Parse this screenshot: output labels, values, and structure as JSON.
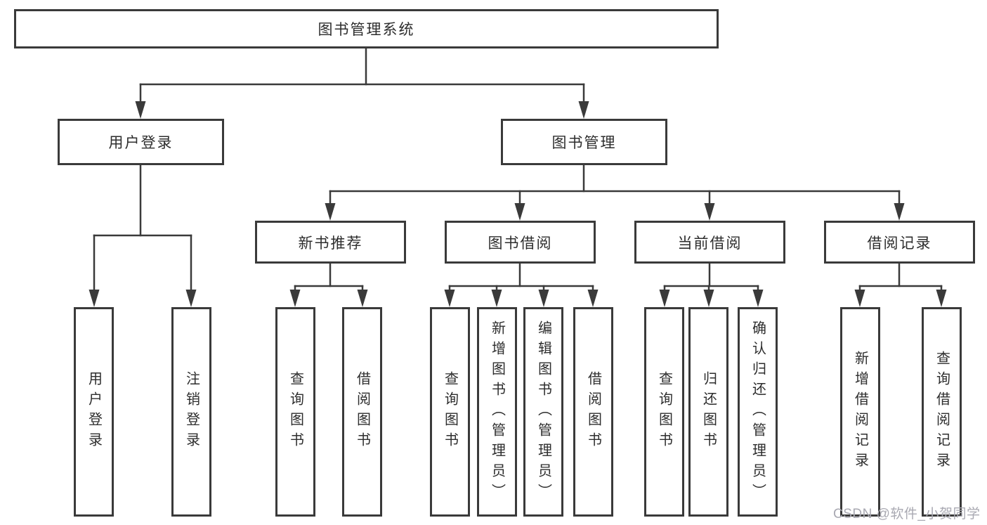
{
  "diagram_type": "functional-structure-tree",
  "colors": {
    "line": "#3a3a3a",
    "box_border": "#3a3a3a",
    "text": "#2d2d2d",
    "watermark": "#a9a9b2",
    "background": "#ffffff"
  },
  "root": {
    "label": "图书管理系统"
  },
  "level2": {
    "user_login": {
      "label": "用户登录"
    },
    "book_management": {
      "label": "图书管理"
    }
  },
  "level3": {
    "new_book_recommend": {
      "label": "新书推荐",
      "parent": "图书管理"
    },
    "book_borrowing": {
      "label": "图书借阅",
      "parent": "图书管理"
    },
    "current_borrowing": {
      "label": "当前借阅",
      "parent": "图书管理"
    },
    "borrowing_records": {
      "label": "借阅记录",
      "parent": "图书管理"
    }
  },
  "leaves": [
    {
      "label": "用户登录",
      "parent": "用户登录"
    },
    {
      "label": "注销登录",
      "parent": "用户登录"
    },
    {
      "label": "查询图书",
      "parent": "新书推荐"
    },
    {
      "label": "借阅图书",
      "parent": "新书推荐"
    },
    {
      "label": "查询图书",
      "parent": "图书借阅"
    },
    {
      "label": "新增图书（管理员）",
      "parent": "图书借阅"
    },
    {
      "label": "编辑图书（管理员）",
      "parent": "图书借阅"
    },
    {
      "label": "借阅图书",
      "parent": "图书借阅"
    },
    {
      "label": "查询图书",
      "parent": "当前借阅"
    },
    {
      "label": "归还图书",
      "parent": "当前借阅"
    },
    {
      "label": "确认归还（管理员）",
      "parent": "当前借阅"
    },
    {
      "label": "新增借阅记录",
      "parent": "借阅记录"
    },
    {
      "label": "查询借阅记录",
      "parent": "借阅记录"
    }
  ],
  "watermark": {
    "text": "CSDN @软件_小贺同学"
  }
}
